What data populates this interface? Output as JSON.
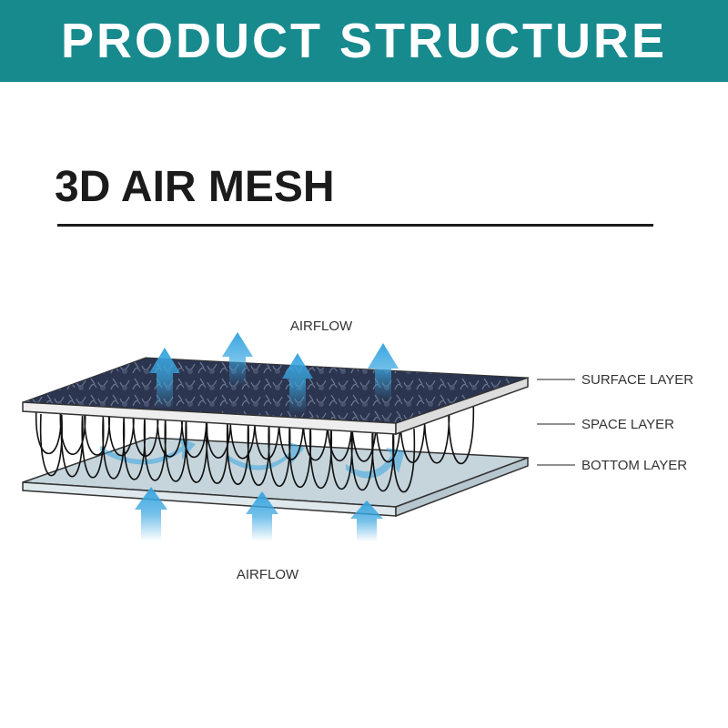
{
  "banner": {
    "title": "PRODUCT STRUCTURE"
  },
  "section": {
    "title": "3D AIR MESH"
  },
  "diagram": {
    "airflow_top": "AIRFLOW",
    "airflow_bottom": "AIRFLOW",
    "layers": [
      {
        "label": "SURFACE LAYER"
      },
      {
        "label": "SPACE LAYER"
      },
      {
        "label": "BOTTOM LAYER"
      }
    ]
  },
  "colors": {
    "banner": "#178a8e",
    "arrow": "#3aa6e0",
    "surface": "#2b3550",
    "bottom": "#c6d5dc"
  }
}
